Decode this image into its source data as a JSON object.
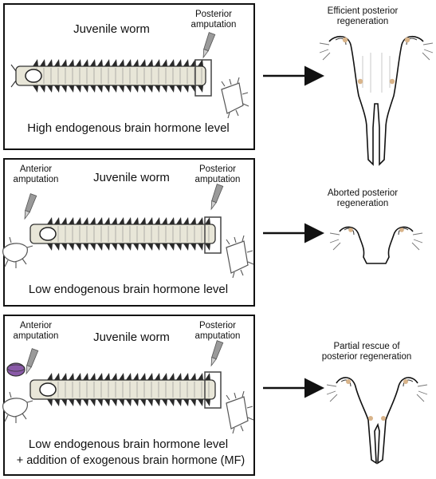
{
  "panels": [
    {
      "worm_label": "Juvenile worm",
      "anterior_label": "",
      "posterior_label": "Posterior\namputation",
      "hormone_label": "High endogenous brain hormone level",
      "extra_label": "",
      "result_label": "Efficient posterior\nregeneration"
    },
    {
      "worm_label": "Juvenile worm",
      "anterior_label": "Anterior\namputation",
      "posterior_label": "Posterior\namputation",
      "hormone_label": "Low endogenous brain hormone level",
      "extra_label": "",
      "result_label": "Aborted posterior\nregeneration"
    },
    {
      "worm_label": "Juvenile worm",
      "anterior_label": "Anterior\namputation",
      "posterior_label": "Posterior\namputation",
      "hormone_label": "Low endogenous brain hormone level",
      "extra_label": "+ addition of exogenous brain hormone (MF)",
      "result_label": "Partial rescue of\nposterior regeneration"
    }
  ],
  "colors": {
    "worm_fill": "#e8e6d8",
    "eye_spot": "#d9b48a",
    "dish": "#8a5aa8",
    "ink": "#111111",
    "blade": "#9a9a9a"
  }
}
